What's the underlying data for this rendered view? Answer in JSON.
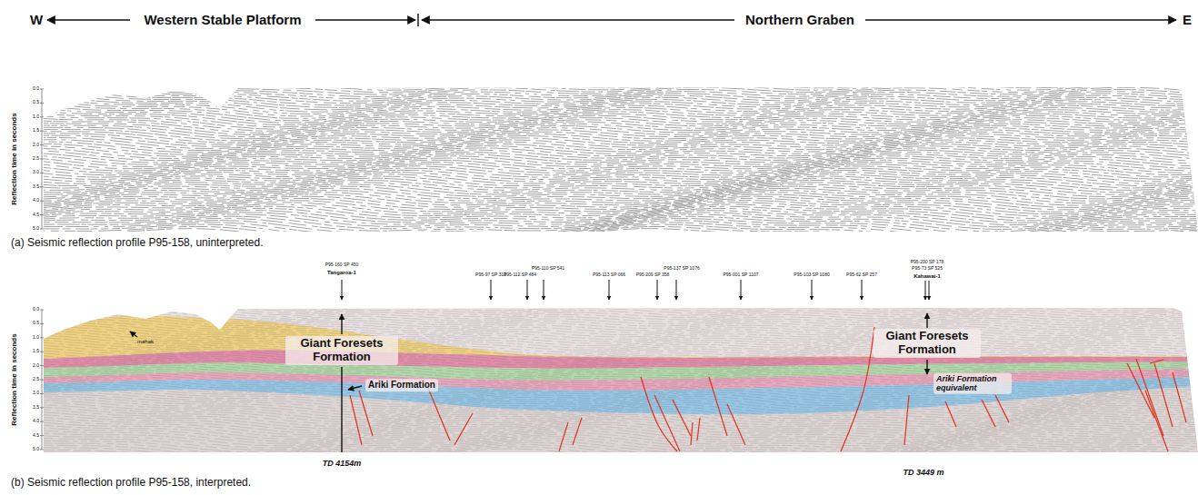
{
  "diagram": {
    "labels": [
      "W",
      "Western Stable Platform",
      "Northern Graben",
      "E",
      "Reflection time in seconds",
      "0.0",
      "0.5",
      "1.0",
      "1.5",
      "2.0",
      "2.5",
      "3.0",
      "3.5",
      "4.0",
      "4.5",
      "5.0",
      "(a) Seismic reflection profile P95-158, uninterpreted.",
      "P95-160 SP 450",
      "Tangaroa-1",
      "P95-97 SP 313",
      "P95-112 SP 484",
      "P95-110 SP 541",
      "P95-113 SP 066",
      "P95-209 SP 358",
      "P95-137 SP 1076",
      "P95-001 SP 1107",
      "P95-103 SP 1080",
      "P95-62 SP 257",
      "P95-200 SP 178",
      "P95-73 SP 525",
      "Kahawai-1",
      "mahak",
      "Giant Foresets Formation",
      "Ariki Formation",
      "TD 4154m",
      "Giant Foresets Formation",
      "Ariki Formation equivalent",
      "TD 3449 m",
      "Reflection time in seconds",
      "0.0",
      "0.5",
      "1.0",
      "1.5",
      "2.0",
      "2.5",
      "3.0",
      "3.5",
      "4.0",
      "4.5",
      "5.0",
      "(b) Seismic reflection profile P95-158, interpreted."
    ]
  }
}
